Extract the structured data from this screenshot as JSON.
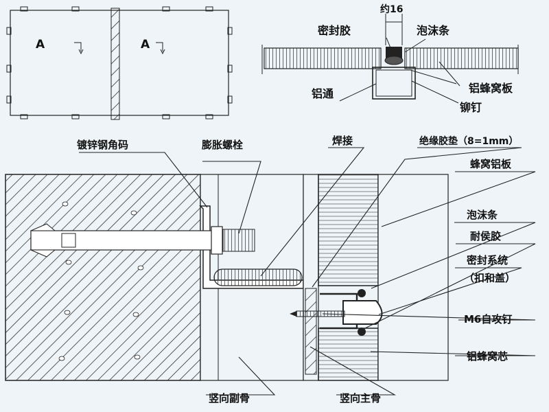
{
  "top_view": {
    "panel_mark_left": "A",
    "panel_mark_right": "A",
    "width_label": "约16",
    "labels": {
      "sealant": "密封胶",
      "foam_strip": "泡沫条",
      "aluminum_tube": "铝通",
      "honeycomb_panel": "铝蜂窝板",
      "rivet": "铆钉"
    }
  },
  "section": {
    "labels": {
      "galvanized_angle": "镀锌钢角码",
      "expansion_bolt": "膨胀螺栓",
      "weld": "焊接",
      "insulation_pad": "绝缘胶垫（8=1mm）",
      "honeycomb_aluminum_panel": "蜂窝铝板",
      "foam_strip": "泡沫条",
      "weather_sealant": "耐侯胶",
      "seal_system": "密封系统",
      "seal_system_sub": "（扣和盖）",
      "self_tapping_screw": "M6自攻钉",
      "honeycomb_core": "铝蜂窝芯",
      "secondary_mullion": "竖向副骨",
      "main_mullion": "竖向主骨"
    }
  },
  "colors": {
    "background": "#eef4f8",
    "line": "#222222",
    "hatch": "#333333"
  }
}
